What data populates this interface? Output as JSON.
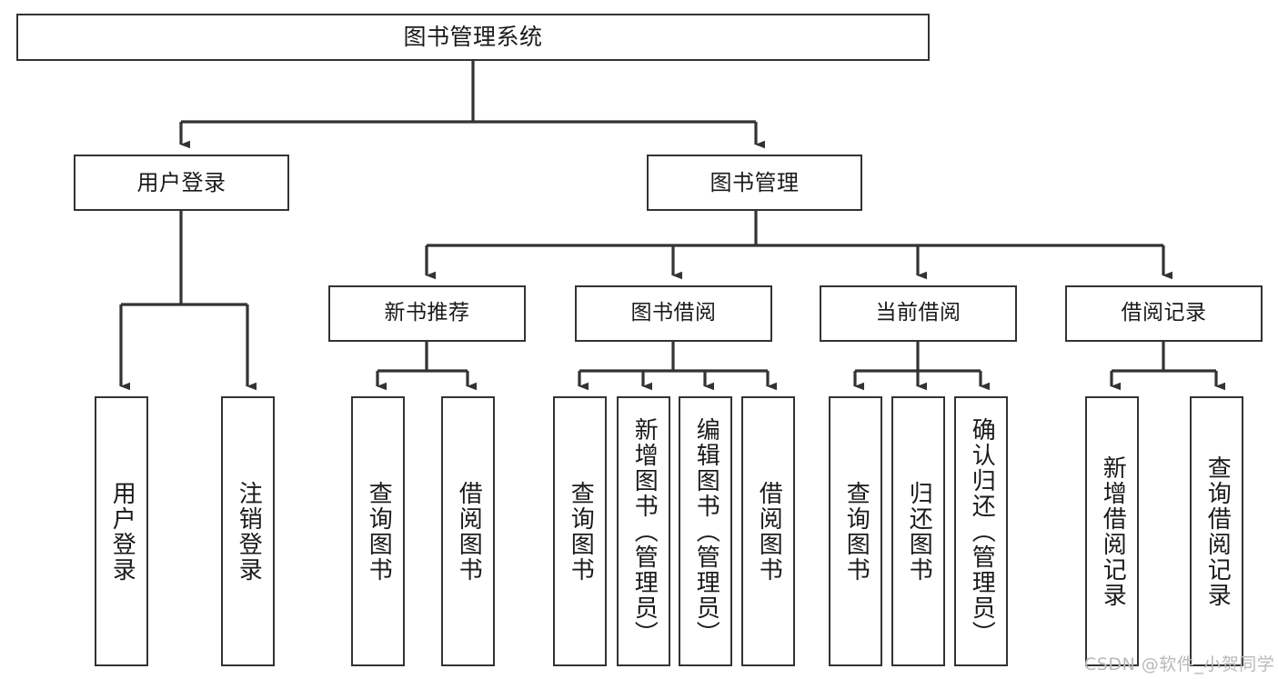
{
  "diagram": {
    "title": "图书管理系统",
    "type": "tree-hierarchy",
    "style": {
      "box_border_color": "#333333",
      "box_fill_color": "#ffffff",
      "connector_color": "#333333",
      "background_color": "#ffffff",
      "text_color": "#1a1a1a"
    },
    "nodes": {
      "root": {
        "label": "图书管理系统"
      },
      "level2": [
        {
          "id": "user-login",
          "label": "用户登录"
        },
        {
          "id": "book-management",
          "label": "图书管理"
        }
      ],
      "level3": [
        {
          "id": "new-book-recommend",
          "label": "新书推荐"
        },
        {
          "id": "book-borrow",
          "label": "图书借阅"
        },
        {
          "id": "current-borrow",
          "label": "当前借阅"
        },
        {
          "id": "borrow-record",
          "label": "借阅记录"
        }
      ],
      "leaves": [
        {
          "id": "leaf-user-login",
          "label": "用户登录",
          "parent": "user-login"
        },
        {
          "id": "leaf-logout-login",
          "label": "注销登录",
          "parent": "user-login"
        },
        {
          "id": "leaf-query-book-1",
          "label": "查询图书",
          "parent": "new-book-recommend"
        },
        {
          "id": "leaf-borrow-book-1",
          "label": "借阅图书",
          "parent": "new-book-recommend"
        },
        {
          "id": "leaf-query-book-2",
          "label": "查询图书",
          "parent": "book-borrow"
        },
        {
          "id": "leaf-add-book",
          "label": "新增图书（管理员）",
          "parent": "book-borrow"
        },
        {
          "id": "leaf-edit-book",
          "label": "编辑图书（管理员）",
          "parent": "book-borrow"
        },
        {
          "id": "leaf-borrow-book-2",
          "label": "借阅图书",
          "parent": "book-borrow"
        },
        {
          "id": "leaf-query-book-3",
          "label": "查询图书",
          "parent": "current-borrow"
        },
        {
          "id": "leaf-return-book",
          "label": "归还图书",
          "parent": "current-borrow"
        },
        {
          "id": "leaf-confirm-return",
          "label": "确认归还（管理员）",
          "parent": "current-borrow"
        },
        {
          "id": "leaf-add-record",
          "label": "新增借阅记录",
          "parent": "borrow-record"
        },
        {
          "id": "leaf-query-record",
          "label": "查询借阅记录",
          "parent": "borrow-record"
        }
      ]
    }
  },
  "watermark": {
    "text": "CSDN @软件_小贺同学"
  }
}
